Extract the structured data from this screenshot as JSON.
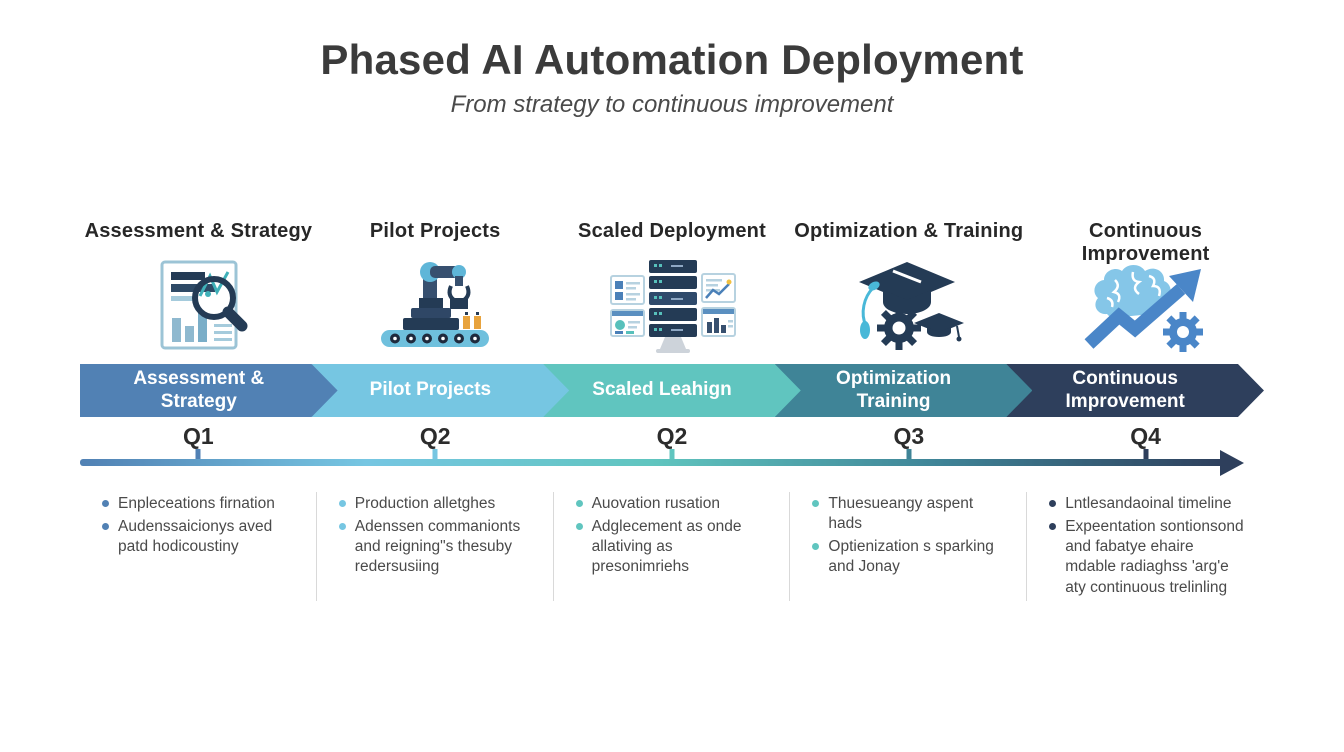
{
  "title": "Phased AI Automation Deployment",
  "subtitle": "From strategy to continuous improvement",
  "phases": [
    {
      "header": "Assessment & Strategy",
      "banner_label": [
        "Assessment &",
        "Strategy"
      ],
      "quarter": "Q1",
      "color": "#5181b4",
      "icon": "report-magnifier-icon",
      "bullets": [
        "Enpleceations firnation",
        "Audenssaicionys aved patd hodicoustiny"
      ]
    },
    {
      "header": "Pilot Projects",
      "banner_label": [
        "Pilot Projects"
      ],
      "quarter": "Q2",
      "color": "#76c6e2",
      "icon": "robot-arm-icon",
      "bullets": [
        "Production alletghes",
        "Adenssen commanionts and reigning\"s thesuby redersusiing"
      ]
    },
    {
      "header": "Scaled Deployment",
      "banner_label": [
        "Scaled Leahign"
      ],
      "quarter": "Q2",
      "color": "#60c5bf",
      "icon": "server-stack-icon",
      "bullets": [
        "Auovation rusation",
        "Adglecement as onde allativing as presonimriehs"
      ]
    },
    {
      "header": "Optimization & Training",
      "banner_label": [
        "Optimization",
        "Training"
      ],
      "quarter": "Q3",
      "color": "#3f8497",
      "icon": "graduation-gear-icon",
      "bullets": [
        "Thuesueangy aspent hads",
        "Optienization s sparking and Jonay"
      ]
    },
    {
      "header": "Continuous Improvement",
      "banner_label": [
        "Continuous",
        "Improvement"
      ],
      "quarter": "Q4",
      "color": "#2e3f5c",
      "icon": "brain-growth-icon",
      "bullets": [
        "Lntlesandaoinal timeline",
        "Expeentation sontionsond and fabatye ehaire mdable radiaghss 'arg'e aty continuous trelinling"
      ]
    }
  ]
}
